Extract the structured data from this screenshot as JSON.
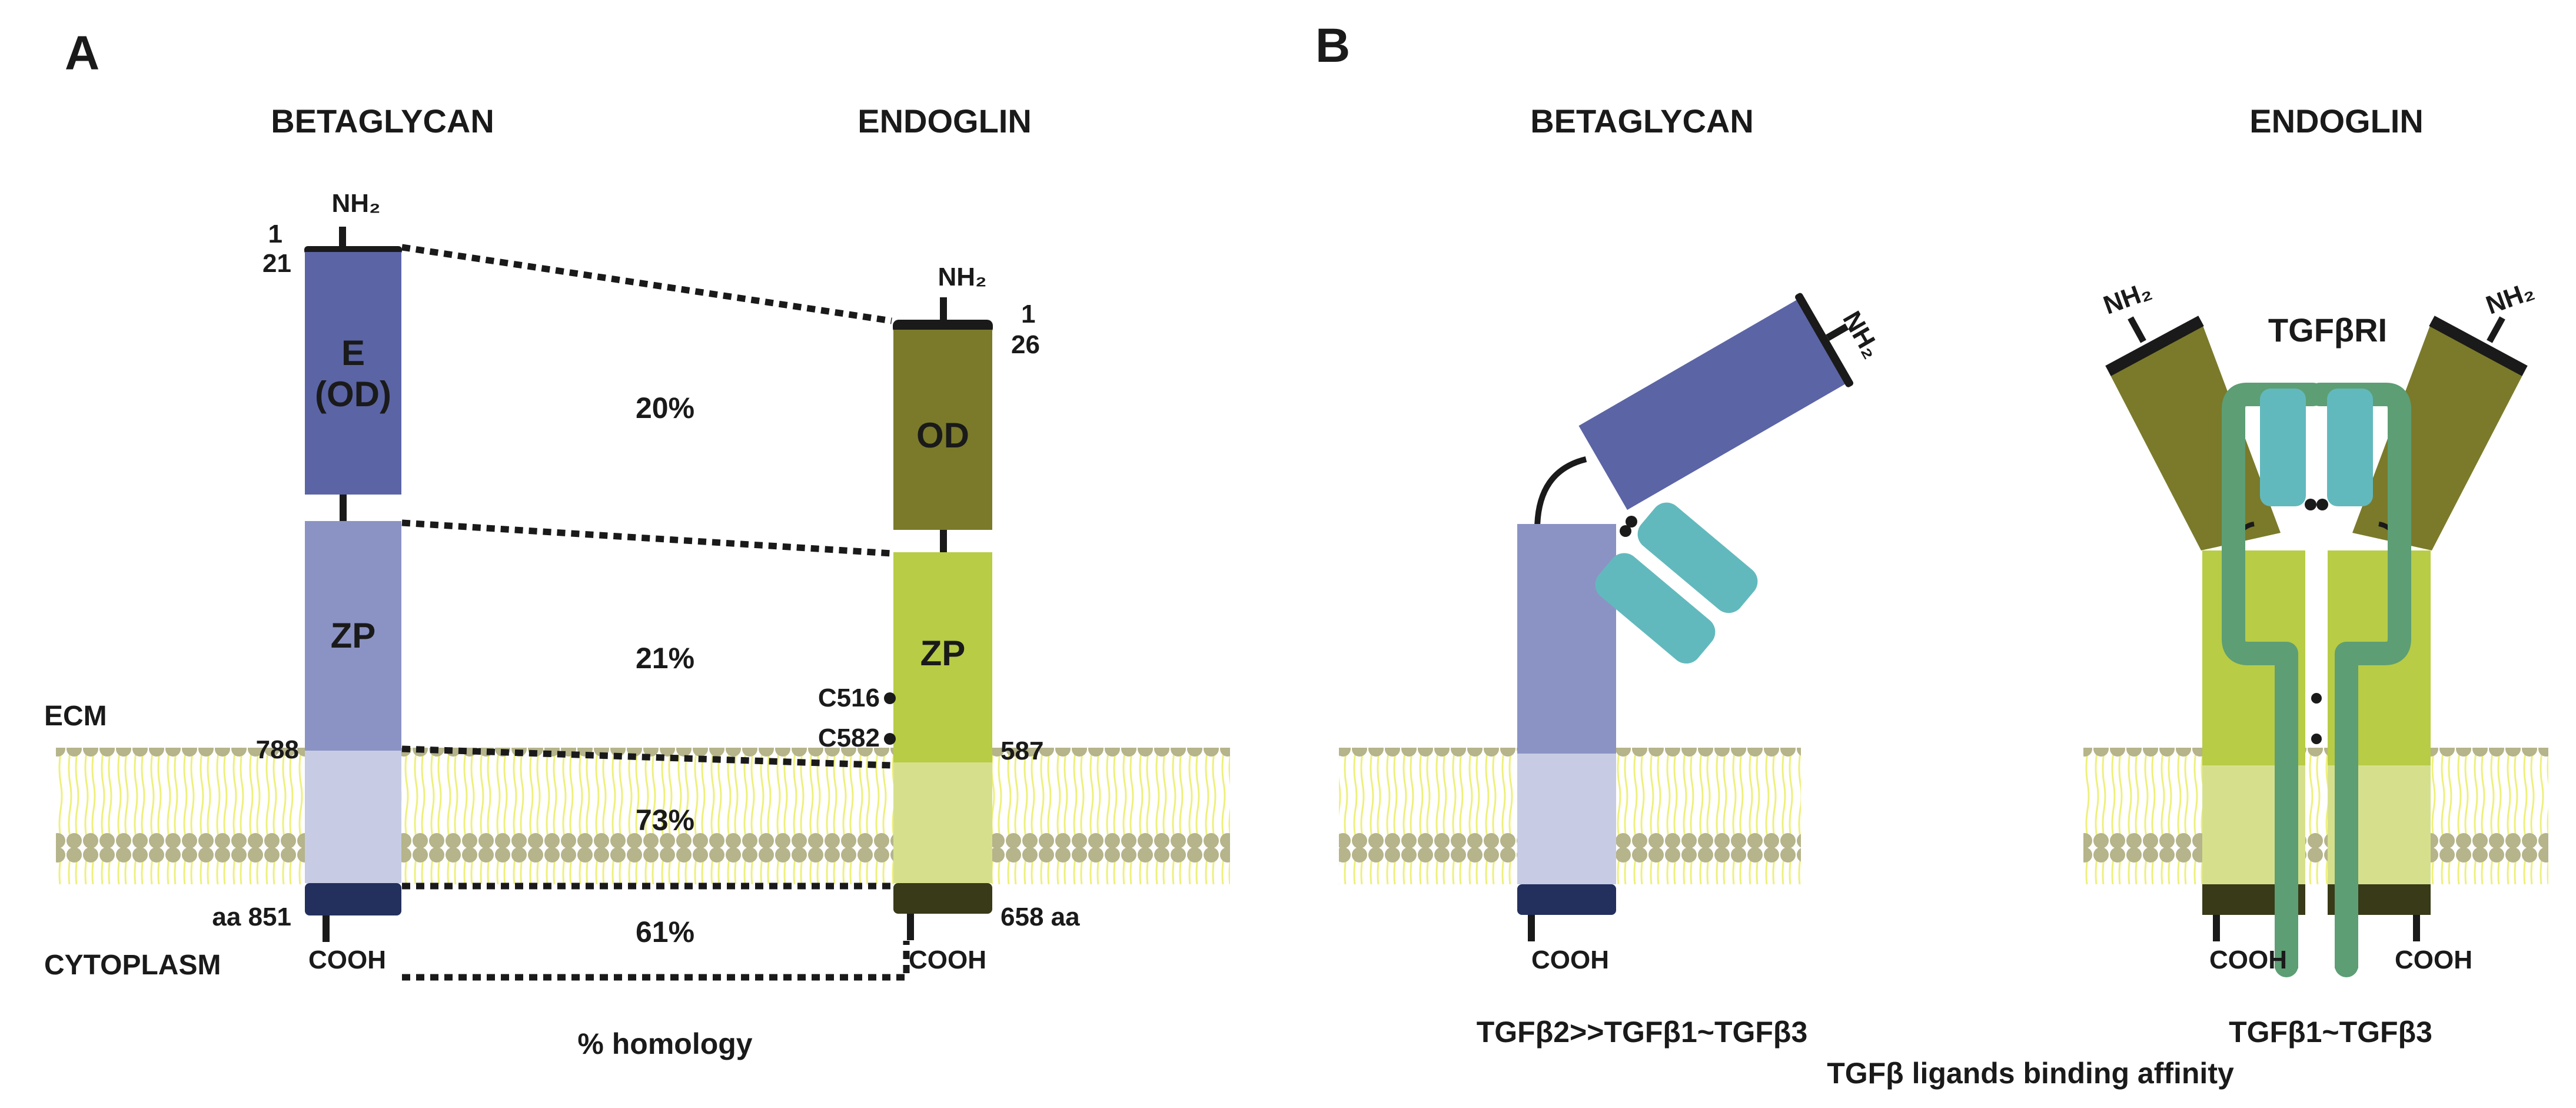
{
  "panel_a": {
    "label": "A",
    "betaglycan_title": "BETAGLYCAN",
    "endoglin_title": "ENDOGLIN",
    "bg_nh2": "NH₂",
    "bg_start1": "1",
    "bg_start2": "21",
    "bg_e_line1": "E",
    "bg_e_line2": "(OD)",
    "bg_zp": "ZP",
    "bg_788": "788",
    "bg_aa851": "aa 851",
    "bg_cooh": "COOH",
    "en_nh2": "NH₂",
    "en_start1": "1",
    "en_start2": "26",
    "en_od": "OD",
    "en_zp": "ZP",
    "en_c516": "C516",
    "en_c582": "C582",
    "en_587": "587",
    "en_658": "658 aa",
    "en_cooh": "COOH",
    "pct_od": "20%",
    "pct_zp": "21%",
    "pct_tm": "73%",
    "pct_cyto": "61%",
    "ecm": "ECM",
    "cytoplasm": "CYTOPLASM",
    "homology": "% homology"
  },
  "panel_b": {
    "label": "B",
    "betaglycan_title": "BETAGLYCAN",
    "endoglin_title": "ENDOGLIN",
    "bg_nh2": "NH₂",
    "bg_cooh": "COOH",
    "en_nh2_left": "NH₂",
    "en_nh2_right": "NH₂",
    "en_cooh_left": "COOH",
    "en_cooh_right": "COOH",
    "tgfbri": "TGFβRI",
    "bg_affinity": "TGFβ2>>TGFβ1~TGFβ3",
    "en_affinity": "TGFβ1~TGFβ3",
    "caption": "TGFβ ligands binding affinity"
  },
  "colors": {
    "e_domain": "#5b64a5",
    "bg_zp": "#8b93c4",
    "bg_tm": "#c7cce4",
    "bg_cyto": "#23305e",
    "od_domain": "#7a7a2a",
    "en_zp": "#b8cc45",
    "en_tm": "#d6e08c",
    "en_cyto": "#383a18",
    "membrane_head": "#b5b48a",
    "membrane_tail": "#eef07c",
    "ligand": "#62b9bd",
    "tgfbri": "#5d9e74"
  }
}
